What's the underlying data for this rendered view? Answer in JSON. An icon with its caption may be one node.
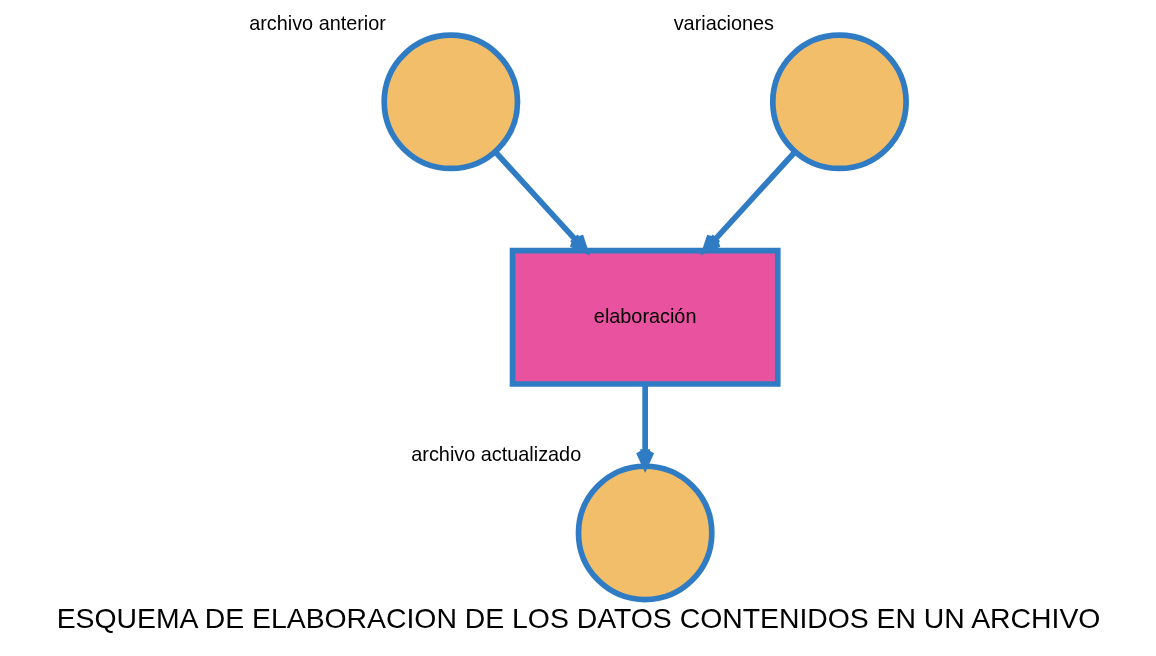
{
  "diagram": {
    "title": "ESQUEMA DE ELABORACION DE LOS DATOS CONTENIDOS EN UN ARCHIVO",
    "nodes": [
      {
        "text": [],
        "shape": "circle",
        "beside": [
          "archivo anterior"
        ]
      },
      {
        "text": [],
        "shape": "circle",
        "beside": [
          "variaciones"
        ]
      },
      {
        "text": [
          "elaboración"
        ]
      },
      {
        "text": [],
        "shape": "circle",
        "beside": [
          "archivo actualizado"
        ]
      }
    ],
    "edges": [
      {
        "from": 0,
        "to": 2,
        "arrow": "to"
      },
      {
        "from": 1,
        "to": 2,
        "arrow": "to"
      },
      {
        "from": 2,
        "to": 3,
        "arrow": "to"
      }
    ]
  }
}
